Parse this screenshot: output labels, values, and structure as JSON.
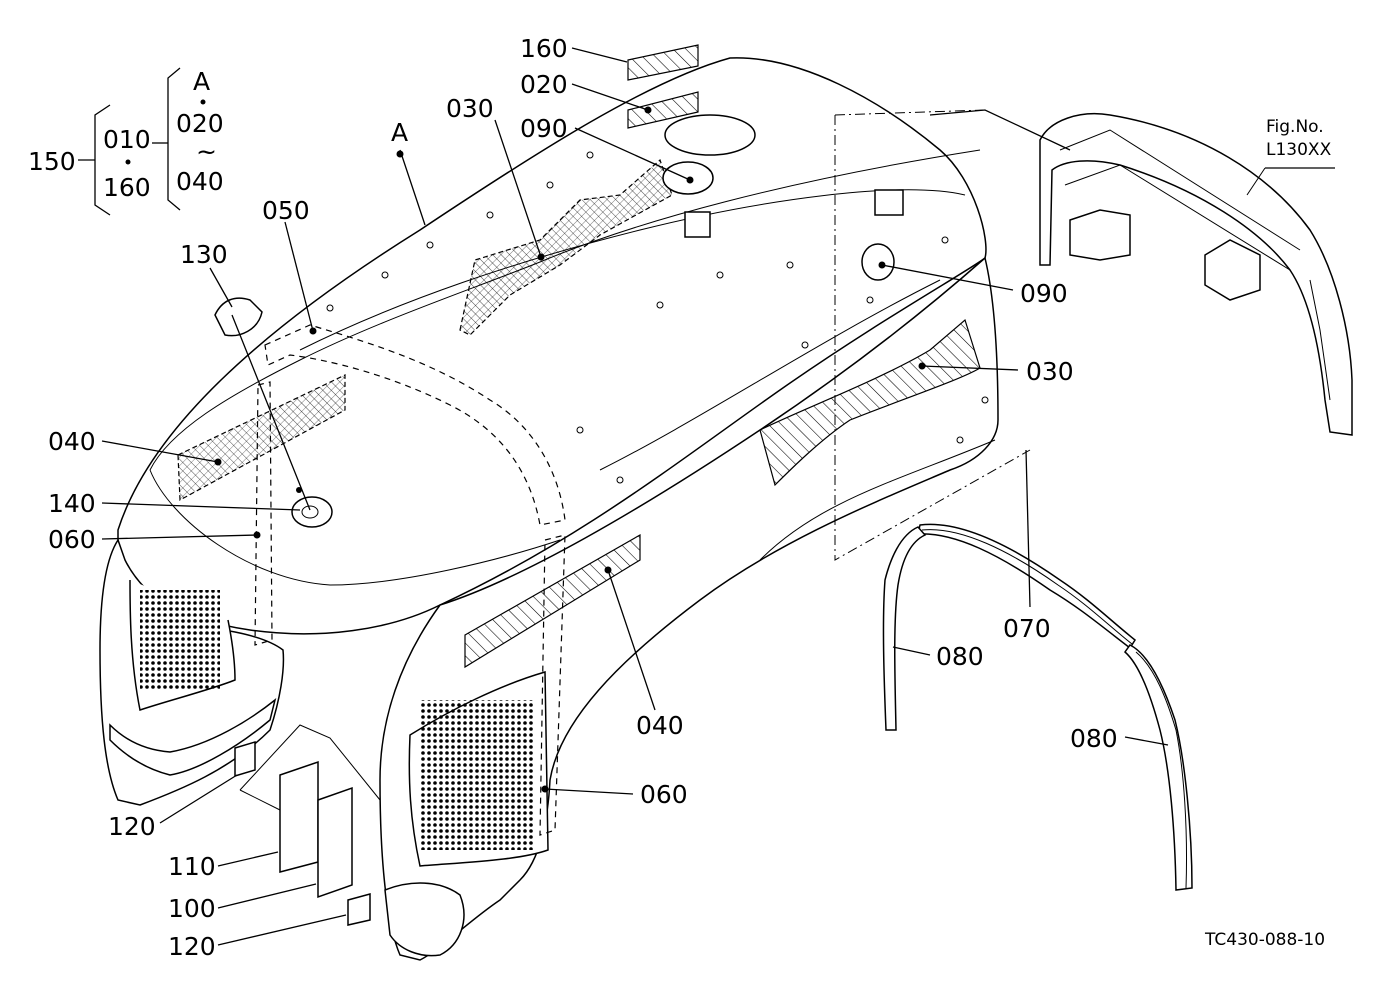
{
  "figure_ref": {
    "label": "Fig.No.",
    "code": "L130XX"
  },
  "drawing_code": "TC430-088-10",
  "assembly": {
    "number": "150",
    "left_top": "010",
    "left_bottom": "160",
    "right_top": "A",
    "right_mid": "020",
    "right_tilde": "~",
    "right_bottom": "040"
  },
  "callouts": {
    "a_marker": "A",
    "p160": "160",
    "p020": "020",
    "p090_top": "090",
    "p030_top": "030",
    "p050": "050",
    "p130": "130",
    "p040_left": "040",
    "p140": "140",
    "p060_left": "060",
    "p120_upper": "120",
    "p110": "110",
    "p100": "100",
    "p120_lower": "120",
    "p040_mid": "040",
    "p060_mid": "060",
    "p090_right": "090",
    "p030_right": "030",
    "p070": "070",
    "p080_upper": "080",
    "p080_lower": "080"
  },
  "colors": {
    "ink": "#000000",
    "paper": "#ffffff"
  }
}
